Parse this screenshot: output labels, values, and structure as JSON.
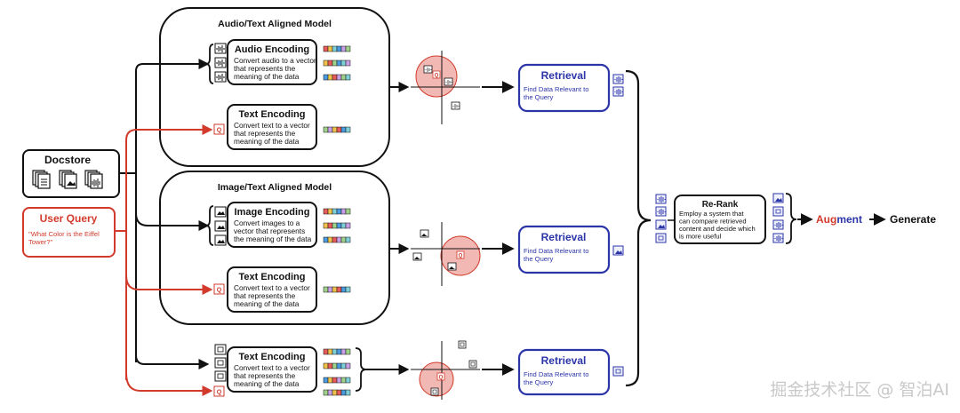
{
  "docstore": {
    "title": "Docstore"
  },
  "user_query": {
    "title": "User Query",
    "text_lines": [
      "\"What Color is the Eiffel",
      "Tower?\""
    ]
  },
  "audio_model": {
    "title": "Audio/Text Aligned Model"
  },
  "image_model": {
    "title": "Image/Text Aligned Model"
  },
  "audio_encoding": {
    "title": "Audio Encoding",
    "desc_lines": [
      "Convert audio to a vector",
      "that represents the",
      "meaning of the data"
    ]
  },
  "image_encoding": {
    "title": "Image Encoding",
    "desc_lines": [
      "Convert images to a",
      "vector that represents",
      "the meaning of the data"
    ]
  },
  "text_encoding": {
    "title": "Text Encoding",
    "desc_lines": [
      "Convert text to a vector",
      "that represents the",
      "meaning of the data"
    ]
  },
  "retrieval": {
    "title": "Retrieval",
    "desc_lines": [
      "Find Data Relevant to",
      "the Query"
    ]
  },
  "query_badge": "Q",
  "rerank": {
    "title": "Re-Rank",
    "desc_lines": [
      "Employ a system that",
      "can compare retrieved",
      "content and decide which",
      "is more useful"
    ]
  },
  "augment": {
    "prefix": "Aug",
    "suffix": "ment"
  },
  "generate": {
    "label": "Generate"
  },
  "watermark": "掘金技术社区 @ 智泊AI",
  "colors": {
    "red": "#d23a2c",
    "blue": "#2b35a8",
    "black": "#111111",
    "pink_fill": "#f2b8b3"
  },
  "icons": [
    "document-stack-icon",
    "image-icon",
    "audio-wave-icon",
    "query-q-icon",
    "vector-strip-icon"
  ]
}
